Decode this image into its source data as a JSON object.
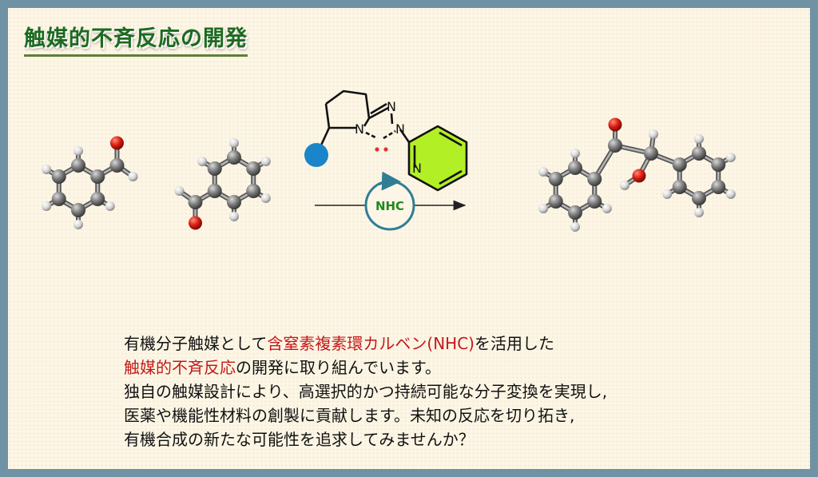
{
  "title": "触媒的不斉反応の開発",
  "scheme": {
    "catalyst_label": "NHC",
    "atom_n": "N"
  },
  "colors": {
    "title": "#1d6a20",
    "highlight": "#c21a1a",
    "frame": "#6f92a4",
    "pyridine": "#b3ef25",
    "substituent": "#1a86c9",
    "cycle": "#2f7e96"
  },
  "description": {
    "line1_a": "有機分子触媒として",
    "line1_b": "含窒素複素環カルベン(NHC)",
    "line1_c": "を活用した",
    "line2_a": "触媒的不斉反応",
    "line2_b": "の開発に取り組んでいます。",
    "line3": "独自の触媒設計により、高選択的かつ持続可能な分子変換を実現し,",
    "line4": "医薬や機能性材料の創製に貢献します。未知の反応を切り拓き,",
    "line5": "有機合成の新たな可能性を追求してみませんか？"
  }
}
